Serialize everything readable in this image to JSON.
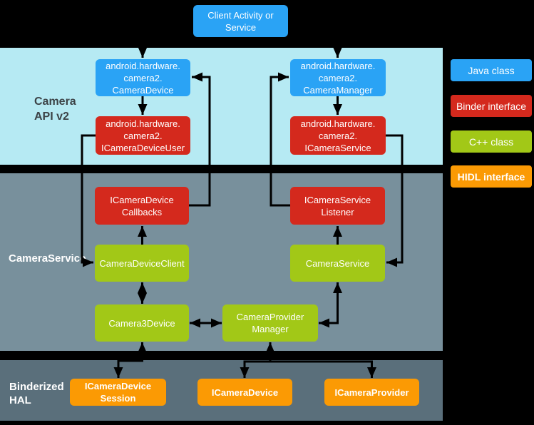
{
  "colors": {
    "background": "#000000",
    "java_blue": "#2AA3F5",
    "binder_red": "#D4291D",
    "cpp_green": "#A2C817",
    "hidl_orange": "#FB9A04",
    "api_bg": "#B6EAF3",
    "service_bg": "#78909C",
    "hal_bg": "#5A6F7B",
    "api_label": "#3C4347",
    "text": "#FFFFFF",
    "arrow": "#000000"
  },
  "sections": {
    "api_label": "Camera\nAPI v2",
    "service_label": "CameraService",
    "hal_label": "Binderized\nHAL"
  },
  "nodes": {
    "client": "Client Activity or\nService",
    "camera_device": "android.hardware.\ncamera2.\nCameraDevice",
    "camera_manager": "android.hardware.\ncamera2.\nCameraManager",
    "icamera_device_user": "android.hardware.\ncamera2.\nICameraDeviceUser",
    "icamera_service": "android.hardware.\ncamera2.\nICameraService",
    "icamera_device_callbacks": "ICameraDevice\nCallbacks",
    "icamera_service_listener": "ICameraService\nListener",
    "camera_device_client": "CameraDeviceClient",
    "camera_service": "CameraService",
    "camera3_device": "Camera3Device",
    "camera_provider_manager": "CameraProvider\nManager",
    "icamera_device_session": "ICameraDevice\nSession",
    "icamera_device_hal": "ICameraDevice",
    "icamera_provider": "ICameraProvider"
  },
  "legend": {
    "java": "Java class",
    "binder": "Binder interface",
    "cpp": "C++ class",
    "hidl": "HIDL interface"
  }
}
